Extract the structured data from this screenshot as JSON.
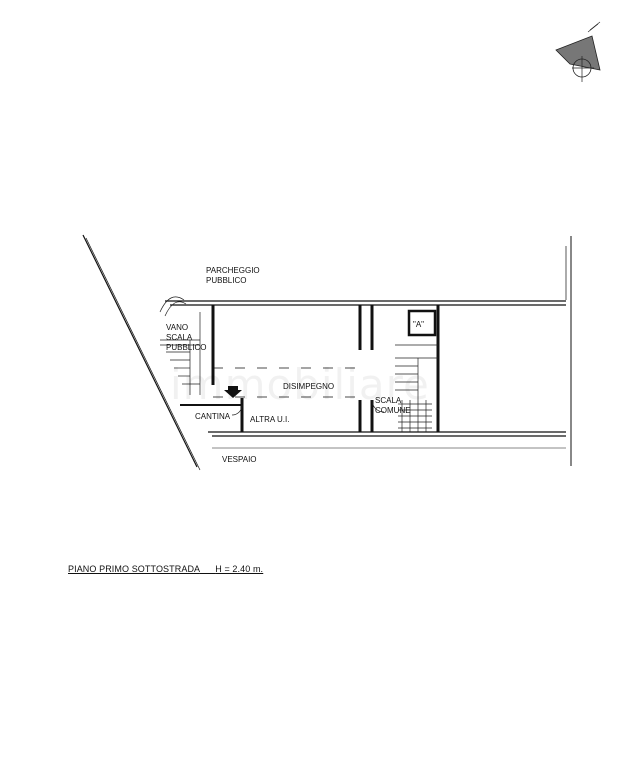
{
  "rooms": {
    "parking_line1": "PARCHEGGIO",
    "parking_line2": "PUBBLICO",
    "stair_line1": "VANO",
    "stair_line2": "SCALA",
    "stair_line3": "PUBBLICO",
    "hall": "DISIMPEGNO",
    "cellar": "CANTINA",
    "other_unit": "ALTRA U.I.",
    "common_stair_line1": "SCALA",
    "common_stair_line2": "COMUNE",
    "crawl_space": "VESPAIO",
    "marker": "\"A\""
  },
  "caption": {
    "floor": "PIANO PRIMO SOTTOSTRADA",
    "height": "H = 2.40 m."
  },
  "watermark": "immobiliare"
}
